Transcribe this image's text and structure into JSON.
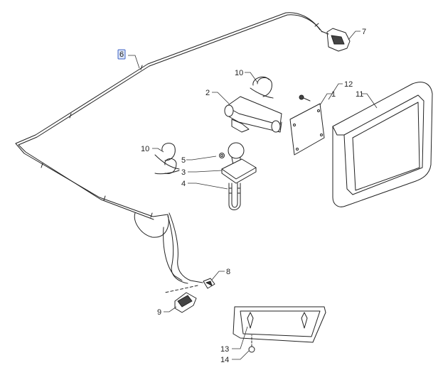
{
  "diagram": {
    "callouts": [
      {
        "id": "c1",
        "label": "1"
      },
      {
        "id": "c2",
        "label": "2"
      },
      {
        "id": "c3",
        "label": "3"
      },
      {
        "id": "c4",
        "label": "4"
      },
      {
        "id": "c5",
        "label": "5"
      },
      {
        "id": "c6",
        "label": "6",
        "highlighted": true
      },
      {
        "id": "c7",
        "label": "7"
      },
      {
        "id": "c8",
        "label": "8"
      },
      {
        "id": "c9",
        "label": "9"
      },
      {
        "id": "c10a",
        "label": "10"
      },
      {
        "id": "c10b",
        "label": "10"
      },
      {
        "id": "c11",
        "label": "11"
      },
      {
        "id": "c12",
        "label": "12"
      },
      {
        "id": "c13",
        "label": "13"
      },
      {
        "id": "c14",
        "label": "14"
      }
    ],
    "colors": {
      "line": "#222222",
      "highlight_fill": "#dbe4f7",
      "highlight_stroke": "#3f63c6"
    }
  }
}
